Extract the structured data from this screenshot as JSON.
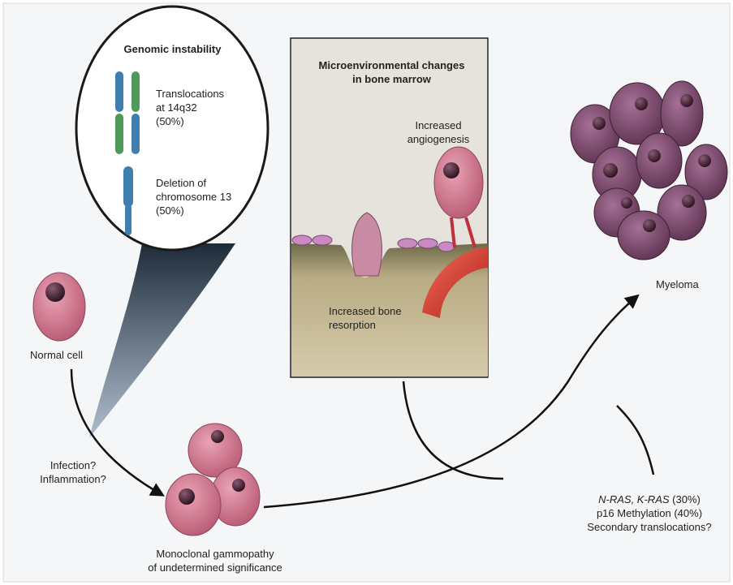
{
  "genomic": {
    "title": "Genomic instability",
    "translocations": [
      "Translocations",
      "at 14q32",
      "(50%)"
    ],
    "deletion": [
      "Deletion of",
      "chromosome 13",
      "(50%)"
    ]
  },
  "micro": {
    "title": [
      "Microenvironmental changes",
      "in bone marrow"
    ],
    "angiogenesis": [
      "Increased",
      "angiogenesis"
    ],
    "resorption": [
      "Increased bone",
      "resorption"
    ]
  },
  "labels": {
    "normal_cell": "Normal cell",
    "infection": [
      "Infection?",
      "Inflammation?"
    ],
    "mgus": [
      "Monoclonal gammopathy",
      "of undetermined significance"
    ],
    "myeloma": "Myeloma",
    "ras_genes": "N-RAS, K-RAS",
    "ras_pct": " (30%)",
    "p16": "p16 Methylation (40%)",
    "secondary": "Secondary translocations?"
  },
  "colors": {
    "cell_pink": "#c96e86",
    "myeloma_purple": "#6e4060",
    "nucleus": "#4a2a3a",
    "chrom_blue": "#3f7fb0",
    "chrom_green": "#4f9a5a",
    "bone_tan": "#c9bb94",
    "vessel_red": "#d9302a",
    "panel_bg": "#e6e2dc"
  }
}
